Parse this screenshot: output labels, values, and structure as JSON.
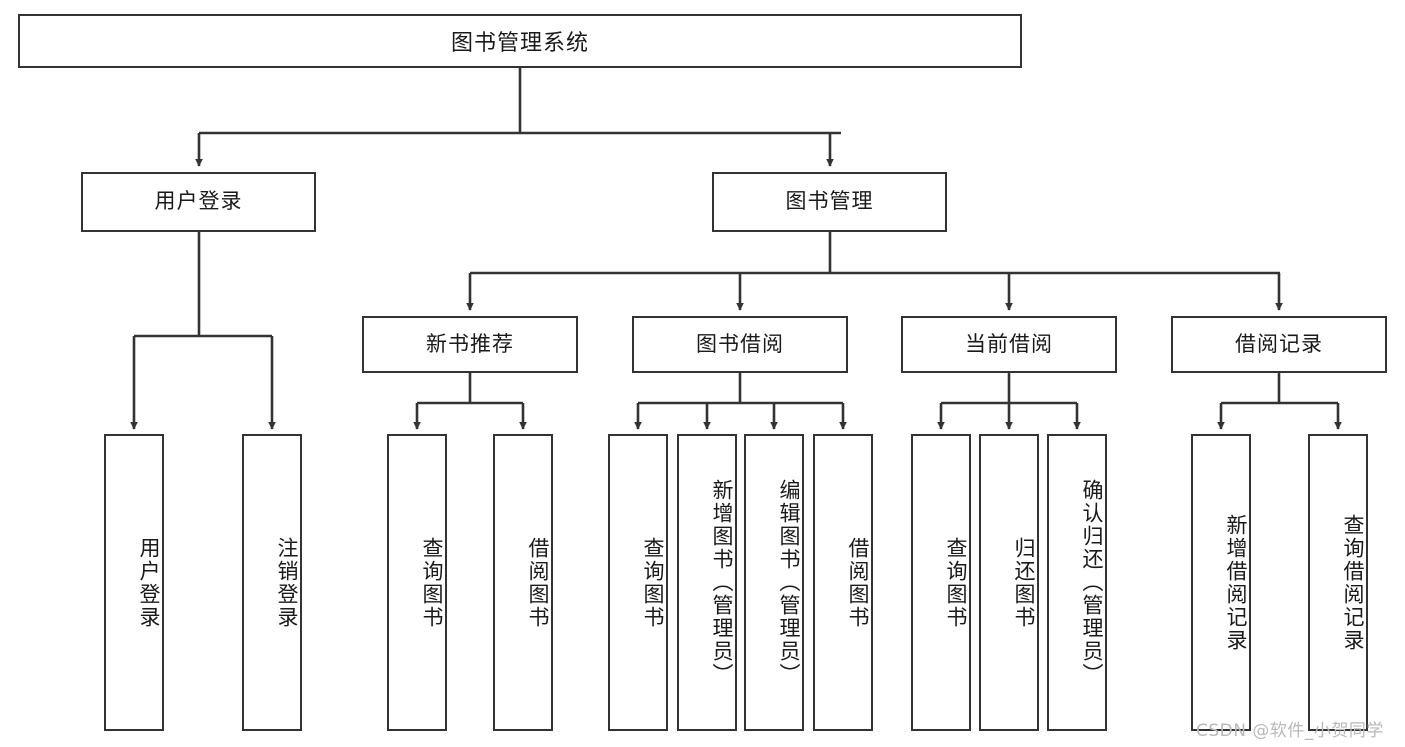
{
  "diagram": {
    "title": "图书管理系统",
    "type": "tree-hierarchy-diagram",
    "colors": {
      "box_border": "#333333",
      "box_fill": "#ffffff",
      "edge": "#333333",
      "text": "#1a1a1a",
      "watermark": "#b9b9b9",
      "background": "#ffffff"
    }
  },
  "nodes": {
    "root": {
      "label": "图书管理系统"
    },
    "level2": [
      {
        "id": "user-login",
        "label": "用户登录"
      },
      {
        "id": "book-manage",
        "label": "图书管理"
      }
    ],
    "level3": [
      {
        "id": "new-book-recommend",
        "label": "新书推荐"
      },
      {
        "id": "book-borrow",
        "label": "图书借阅"
      },
      {
        "id": "current-borrow",
        "label": "当前借阅"
      },
      {
        "id": "borrow-record",
        "label": "借阅记录"
      }
    ],
    "leaves": [
      {
        "id": "leaf-user-login",
        "label": "用户登录",
        "parent": "user-login"
      },
      {
        "id": "leaf-logout",
        "label": "注销登录",
        "parent": "user-login"
      },
      {
        "id": "leaf-query-book-1",
        "label": "查询图书",
        "parent": "new-book-recommend"
      },
      {
        "id": "leaf-borrow-book-1",
        "label": "借阅图书",
        "parent": "new-book-recommend"
      },
      {
        "id": "leaf-query-book-2",
        "label": "查询图书",
        "parent": "book-borrow"
      },
      {
        "id": "leaf-add-book",
        "label": "新增图书（管理员）",
        "parent": "book-borrow"
      },
      {
        "id": "leaf-edit-book",
        "label": "编辑图书（管理员）",
        "parent": "book-borrow"
      },
      {
        "id": "leaf-borrow-book-2",
        "label": "借阅图书",
        "parent": "book-borrow"
      },
      {
        "id": "leaf-query-book-3",
        "label": "查询图书",
        "parent": "current-borrow"
      },
      {
        "id": "leaf-return-book",
        "label": "归还图书",
        "parent": "current-borrow"
      },
      {
        "id": "leaf-confirm-return",
        "label": "确认归还（管理员）",
        "parent": "current-borrow"
      },
      {
        "id": "leaf-add-record",
        "label": "新增借阅记录",
        "parent": "borrow-record"
      },
      {
        "id": "leaf-query-record",
        "label": "查询借阅记录",
        "parent": "borrow-record"
      }
    ]
  },
  "watermark": {
    "text": "CSDN @软件_小贺同学"
  }
}
